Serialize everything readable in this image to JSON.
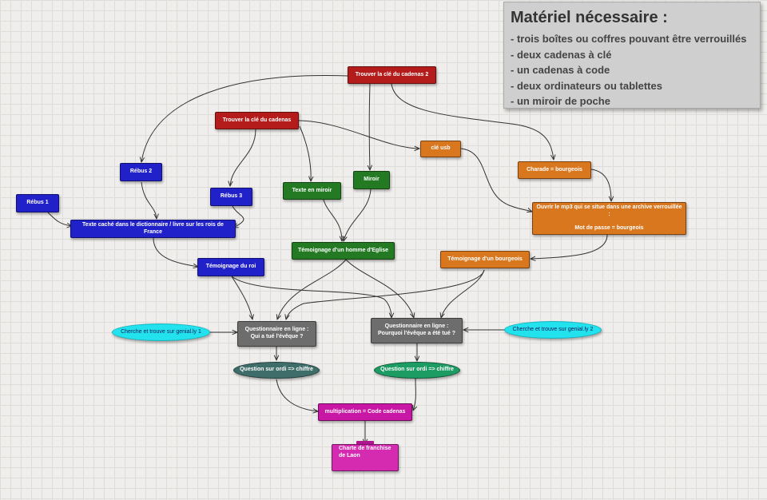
{
  "note": {
    "title": "Matériel nécessaire :",
    "items": [
      "- trois boîtes ou coffres pouvant être verrouillés",
      "- deux cadenas à clé",
      "- un cadenas à code",
      "- deux ordinateurs ou tablettes",
      "- un miroir de poche"
    ]
  },
  "nodes": {
    "trouver2": "Trouver la clé du cadenas 2",
    "trouver1": "Trouver la clé du cadenas",
    "rebus1": "Rébus 1",
    "rebus2": "Rébus 2",
    "rebus3": "Rébus 3",
    "texte_cache": "Texte caché dans le dictionnaire / livre sur les rois de France",
    "temoignage_roi": "Témoignage du roi",
    "texte_miroir": "Texte en miroir",
    "miroir": "Miroir",
    "temoignage_eglise": "Témoignage d'un homme d'Eglise",
    "cle_usb": "clé usb",
    "charade": "Charade = bourgeois",
    "mp3_line1": "Ouvrir le mp3 qui se situe dans une archive verrouillée :",
    "mp3_line2": "Mot de passe = bourgeois",
    "temoignage_bourgeois": "Témoignage d'un bourgeois",
    "genially1": "Cherche et trouve sur genial.ly 1",
    "genially2": "Cherche et trouve sur genial.ly 2",
    "q1_line1": "Questionnaire en ligne :",
    "q1_line2": "Qui a tué l'évêque ?",
    "q2_line1": "Questionnaire en ligne :",
    "q2_line2": "Pourquoi l'évêque a été tué ?",
    "ordi1": "Question sur ordi => chiffre",
    "ordi2": "Question sur ordi => chiffre",
    "multiplication": "multiplication = Code cadenas",
    "charte_line1": "Charte de franchise",
    "charte_line2": "de Laon"
  },
  "colors": {
    "blue": "#2121c9",
    "red": "#b41c1c",
    "green": "#237a23",
    "orange": "#d9771f",
    "grey": "#6d6d6d",
    "teal": "#3f6e6a",
    "seagreen": "#1c9c63",
    "cyan": "#22e2ee",
    "magenta": "#c816a5",
    "edge": "#333333"
  }
}
